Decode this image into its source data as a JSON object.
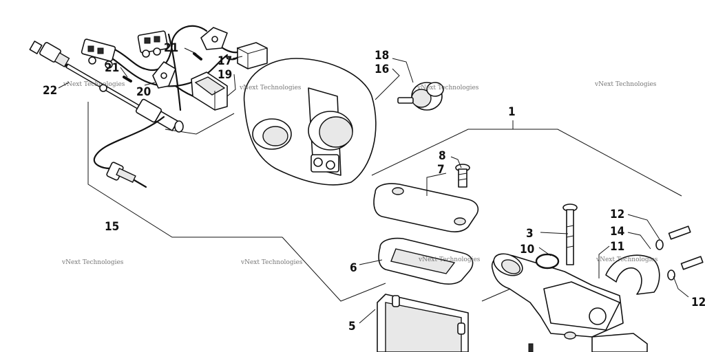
{
  "callouts": {
    "c1": "1",
    "c3": "3",
    "c5": "5",
    "c6": "6",
    "c7": "7",
    "c8": "8",
    "c10": "10",
    "c11": "11",
    "c12a": "12",
    "c12b": "12",
    "c14": "14",
    "c15": "15",
    "c16": "16",
    "c17": "17",
    "c18": "18",
    "c19": "19",
    "c20": "20",
    "c21a": "21",
    "c21b": "21",
    "c22": "22"
  },
  "watermark": "vNext Technologies"
}
